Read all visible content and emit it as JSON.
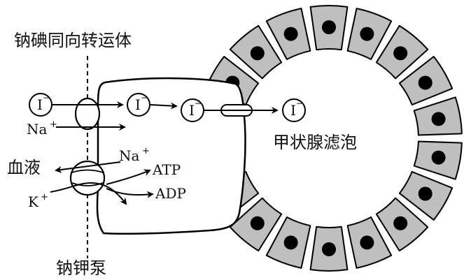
{
  "labels": {
    "symporter": "钠碘同向转运体",
    "follicle": "甲状腺滤泡",
    "blood": "血液",
    "pump": "钠钾泵",
    "iodide": "I",
    "iodide_charge": "−",
    "sodium": "Na",
    "potassium": "K",
    "plus": "+",
    "atp": "ATP",
    "adp": "ADP"
  },
  "colors": {
    "cell_fill": "#bfbfbf",
    "nucleus": "#000000",
    "stroke": "#000000",
    "background": "#ffffff"
  },
  "follicle_cell_count": 18
}
